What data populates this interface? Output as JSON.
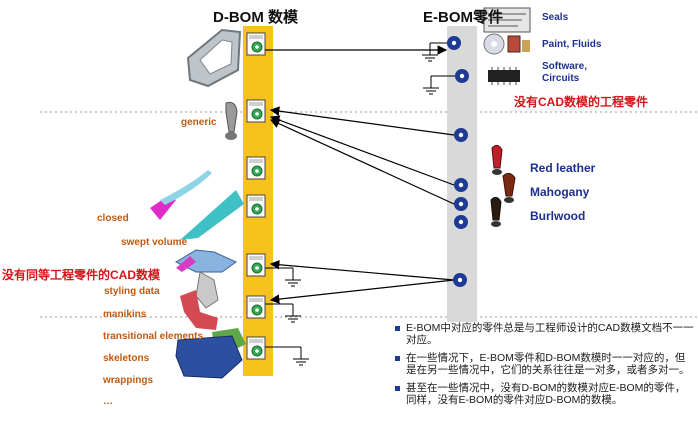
{
  "titles": {
    "dbom": "D-BOM 数模",
    "ebom": "E-BOM零件"
  },
  "dbom_labels": [
    "generic",
    "closed",
    "swept volume",
    "styling data",
    "manikins",
    "transitional elements",
    "skeletons",
    "wrappings",
    "…"
  ],
  "ebom_items": {
    "seals": "Seals",
    "paint": "Paint, Fluids",
    "software_line1": "Software,",
    "software_line2": "Circuits"
  },
  "red_labels": {
    "no_cad": "没有CAD数模的工程零件",
    "no_part": "没有同等工程零件的CAD数模"
  },
  "variants": [
    "Red leather",
    "Mahogany",
    "Burlwood"
  ],
  "bullets": [
    "E-BOM中对应的零件总是与工程师设计的CAD数模文档不一一对应。",
    "在一些情况下，E-BOM零件和D-BOM数模时一一对应的，但是在另一些情况中，它们的关系往往是一对多，或者多对一。",
    "甚至在一些情况中，没有D-BOM的数模对应E-BOM的零件，同样，没有E-BOM的零件对应D-BOM的数模。"
  ],
  "colors": {
    "dbom_bar": "#f8c21d",
    "ebom_bar": "#d9d9d9",
    "node_blue": "#1f3a93",
    "label_orange": "#c05a12",
    "label_red": "#d8141a",
    "variant_blue": "#1d2f8f"
  }
}
